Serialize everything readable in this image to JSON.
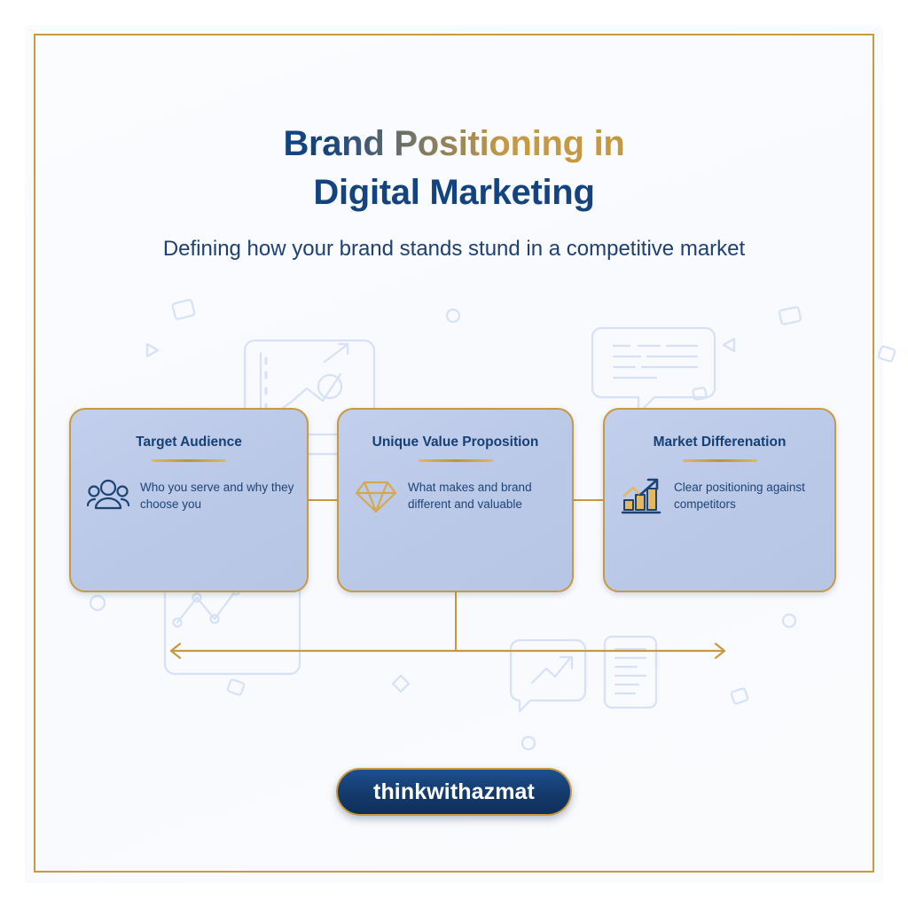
{
  "frame": {
    "border_color": "#c8993f",
    "background_color": "#ffffff"
  },
  "header": {
    "title_line1": "Brand Positioning in",
    "title_line2": "Digital Marketing",
    "subtitle": "Defining how your brand stands stund in a competitive market",
    "title_color_start": "#14447f",
    "title_color_end": "#c2942f",
    "subtitle_color": "#204070"
  },
  "cards": [
    {
      "title": "Target Audience",
      "description": "Who you serve and why they choose you",
      "icon": "people-group-icon",
      "icon_color": "#1d4375",
      "fill_color": "#bccaea",
      "border_color": "#c8993f"
    },
    {
      "title": "Unique Value Proposition",
      "description": "What makes and brand different and valuable",
      "icon": "diamond-gem-icon",
      "icon_color": "#d3a851",
      "fill_color": "#bccaea",
      "border_color": "#c8993f"
    },
    {
      "title": "Market Differenation",
      "description": "Clear positioning against competitors",
      "icon": "bar-chart-growth-icon",
      "icon_color": "#d3a851",
      "fill_color": "#bccaea",
      "border_color": "#c8993f"
    }
  ],
  "connectors": {
    "color": "#c8993f",
    "axis_label": "double-headed-arrow"
  },
  "footer": {
    "badge_label": "thinkwithazmat",
    "badge_fill": "#143a6b",
    "badge_border": "#c8993f",
    "badge_text_color": "#ffffff"
  },
  "watermarks": [
    {
      "name": "chart-panel-watermark"
    },
    {
      "name": "document-lines-watermark"
    },
    {
      "name": "trend-arrow-square-watermark"
    },
    {
      "name": "line-graph-panel-watermark"
    },
    {
      "name": "small-shapes-watermark"
    }
  ]
}
